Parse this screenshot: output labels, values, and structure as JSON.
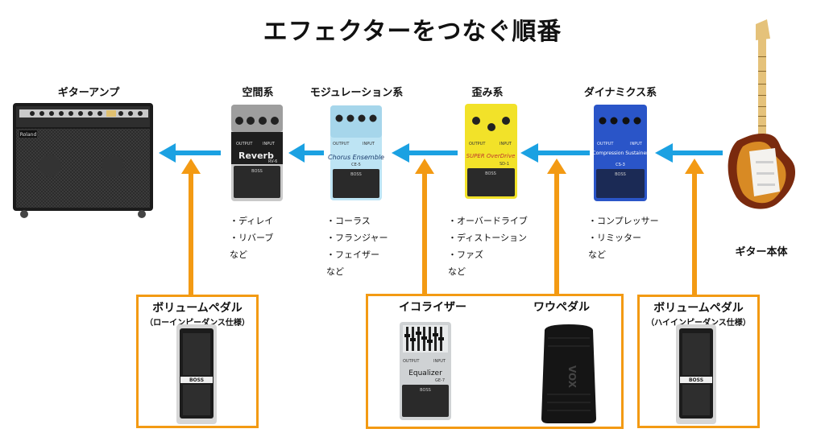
{
  "title": "エフェクターをつなぐ順番",
  "sections": {
    "amp": {
      "label": "ギターアンプ",
      "brand": "Roland"
    },
    "spatial": {
      "label": "空間系",
      "items": [
        "・ディレイ",
        "・リバーブ",
        "など"
      ],
      "pedal_name": "Reverb",
      "pedal_model": "RV-6"
    },
    "modulation": {
      "label": "モジュレーション系",
      "items": [
        "・コーラス",
        "・フランジャー",
        "・フェイザー",
        "など"
      ],
      "pedal_name": "Chorus Ensemble",
      "pedal_model": "CE-5"
    },
    "distortion": {
      "label": "歪み系",
      "items": [
        "・オーバードライブ",
        "・ディストーション",
        "・ファズ",
        "など"
      ],
      "pedal_name": "SUPER OverDrive",
      "pedal_model": "SD-1"
    },
    "dynamics": {
      "label": "ダイナミクス系",
      "items": [
        "・コンプレッサー",
        "・リミッター",
        "など"
      ],
      "pedal_name": "Compression Sustainer",
      "pedal_model": "CS-3"
    },
    "guitar": {
      "label": "ギター本体"
    }
  },
  "bottom": {
    "vol_left": {
      "title": "ボリュームペダル",
      "sub": "（ローインピーダンス仕様）"
    },
    "eq": {
      "label": "イコライザー",
      "pedal_name": "Equalizer",
      "pedal_model": "GE-7"
    },
    "wah": {
      "label": "ワウペダル",
      "brand": "VOX"
    },
    "vol_right": {
      "title": "ボリュームペダル",
      "sub": "（ハイインピーダンス仕様）"
    }
  },
  "pedal_labels": {
    "output": "OUTPUT",
    "input": "INPUT",
    "boss": "BOSS"
  },
  "colors": {
    "arrow_blue": "#1ba1e2",
    "arrow_orange": "#f39a13",
    "box_border": "#f39a13"
  }
}
